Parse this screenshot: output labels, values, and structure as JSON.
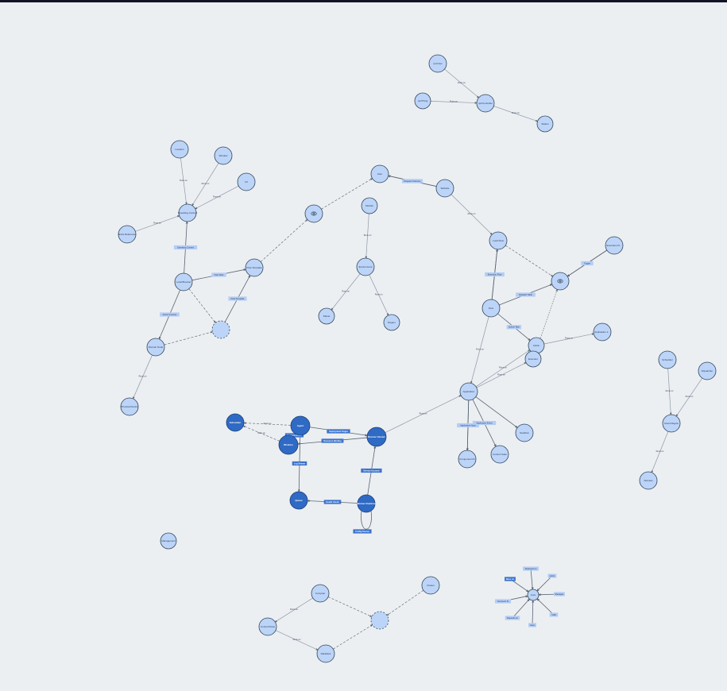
{
  "colors": {
    "background": "#eceff2",
    "topbar": "#141428",
    "node_light": "#bcd4f7",
    "node_dark": "#2f6ac4",
    "label_light": "#b3cdf6",
    "label_dark": "#3b73cc"
  },
  "nodes": [
    {
      "id": "a1",
      "label": "rpc/User",
      "style": "light"
    },
    {
      "id": "a2",
      "label": "rpc/Thing",
      "style": "light"
    },
    {
      "id": "a3",
      "label": "rpc/Controller",
      "style": "light"
    },
    {
      "id": "a4",
      "label": "Station",
      "style": "light"
    },
    {
      "id": "b1",
      "label": "Location",
      "style": "light"
    },
    {
      "id": "b2",
      "label": "Window",
      "style": "light"
    },
    {
      "id": "b3",
      "label": "Url",
      "style": "light"
    },
    {
      "id": "b4",
      "label": "Extra Reference",
      "style": "light"
    },
    {
      "id": "b5",
      "label": "Operating Context",
      "style": "light"
    },
    {
      "id": "b6",
      "label": "Local Browser",
      "style": "light"
    },
    {
      "id": "b7",
      "label": "Flow Template",
      "style": "light"
    },
    {
      "id": "b8",
      "label": "",
      "style": "light dashed"
    },
    {
      "id": "b9",
      "label": "Domain Node",
      "style": "light"
    },
    {
      "id": "b10",
      "label": "Physical Device",
      "style": "light"
    },
    {
      "id": "c1",
      "label": "",
      "style": "light icon"
    },
    {
      "id": "c2",
      "label": "User",
      "style": "light"
    },
    {
      "id": "c3",
      "label": "Website",
      "style": "light"
    },
    {
      "id": "c4",
      "label": "Module",
      "style": "light"
    },
    {
      "id": "c5",
      "label": "Environment",
      "style": "light"
    },
    {
      "id": "c6",
      "label": "Planet",
      "style": "light"
    },
    {
      "id": "c7",
      "label": "Region",
      "style": "light"
    },
    {
      "id": "d1",
      "label": "Load Flow",
      "style": "light"
    },
    {
      "id": "d2",
      "label": "",
      "style": "light icon"
    },
    {
      "id": "d3",
      "label": "Execution Fl...",
      "style": "light"
    },
    {
      "id": "d4",
      "label": "Flow",
      "style": "light"
    },
    {
      "id": "d5",
      "label": "Action",
      "style": "light"
    },
    {
      "id": "d6",
      "label": "Executor",
      "style": "light"
    },
    {
      "id": "d7",
      "label": "Application 1...",
      "style": "light"
    },
    {
      "id": "e1",
      "label": "Application",
      "style": "light"
    },
    {
      "id": "e2",
      "label": "Component 01",
      "style": "light"
    },
    {
      "id": "e3",
      "label": "Control Node",
      "style": "light"
    },
    {
      "id": "e4",
      "label": "Sandbox",
      "style": "light"
    },
    {
      "id": "f1",
      "label": "Scheduler",
      "style": "light"
    },
    {
      "id": "f2",
      "label": "Dispatcher",
      "style": "light"
    },
    {
      "id": "f3",
      "label": "Cloud Region",
      "style": "light"
    },
    {
      "id": "f4",
      "label": "Subnets",
      "style": "light"
    },
    {
      "id": "g1",
      "label": "Scheduler",
      "style": "dark"
    },
    {
      "id": "g2",
      "label": "Agent",
      "style": "dark"
    },
    {
      "id": "g3",
      "label": "Workers",
      "style": "dark"
    },
    {
      "id": "g4",
      "label": "Runner Cluster",
      "style": "dark"
    },
    {
      "id": "g5",
      "label": "Queue",
      "style": "dark"
    },
    {
      "id": "g6",
      "label": "Worker Runtime",
      "style": "dark"
    },
    {
      "id": "h1",
      "label": "Management",
      "style": "light"
    },
    {
      "id": "i1",
      "label": "Compute",
      "style": "light"
    },
    {
      "id": "i2",
      "label": "Control Plane",
      "style": "light"
    },
    {
      "id": "i3",
      "label": "Database",
      "style": "light"
    },
    {
      "id": "i4",
      "label": "",
      "style": "light dashed"
    },
    {
      "id": "i5",
      "label": "Cluster",
      "style": "light"
    },
    {
      "id": "j1",
      "label": "Core",
      "style": "light small"
    }
  ],
  "edge_labels": [
    "Runs on",
    "Depends on",
    "Connects To",
    "Deployed on",
    "Hosts",
    "Manages",
    "Calls",
    "Uses",
    "Execution Flow",
    "Operating Context",
    "Action Success",
    "Flow Template",
    "Flow Start",
    "Flow Next",
    "Request Outcome",
    "Dispatch Table",
    "Schedule",
    "Trigger",
    "Queue Task",
    "Application Node",
    "Application Event",
    "Deployment Target",
    "Resource Binding",
    "Network Route",
    "Log Stream",
    "Service Account",
    "Health Check",
    "Config Source"
  ]
}
